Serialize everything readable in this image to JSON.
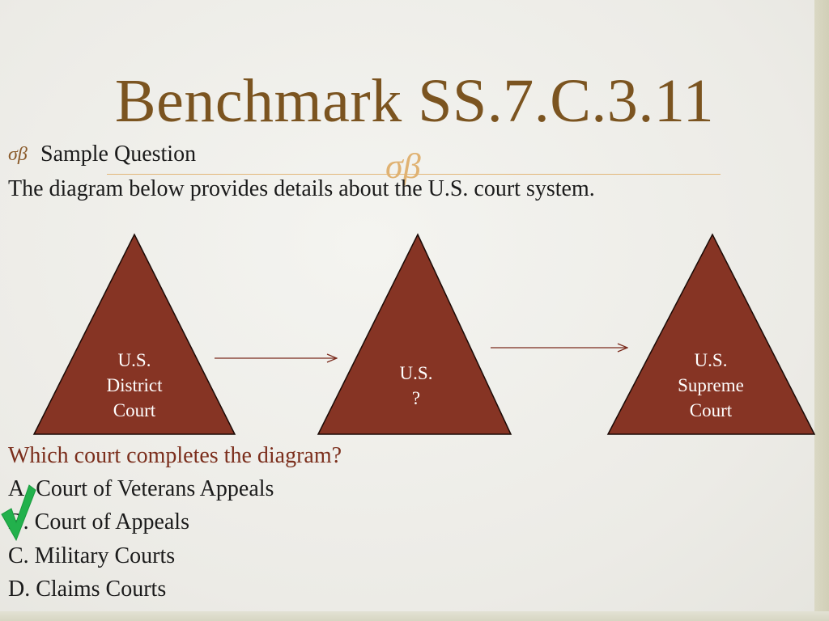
{
  "slide": {
    "title": "Benchmark SS.7.C.3.11",
    "ornament": "σβ",
    "bullet_icon": "σβ",
    "sample_label": "Sample Question",
    "intro": "The diagram below provides details about the U.S. court system."
  },
  "diagram": {
    "fill_color": "#863424",
    "arrow_color": "#7a2a1c",
    "nodes": [
      {
        "line1": "U.S.",
        "line2": "District",
        "line3": "Court"
      },
      {
        "line1": "U.S.",
        "line2": "?"
      },
      {
        "line1": "U.S.",
        "line2": "Supreme",
        "line3": "Court"
      }
    ]
  },
  "question": {
    "text": "Which court completes the diagram?",
    "options": [
      "A. Court of Veterans Appeals",
      "B. Court of Appeals",
      "C. Military Courts",
      "D. Claims Courts"
    ],
    "correct_index": 1,
    "check_icon": "checkmark-icon"
  }
}
